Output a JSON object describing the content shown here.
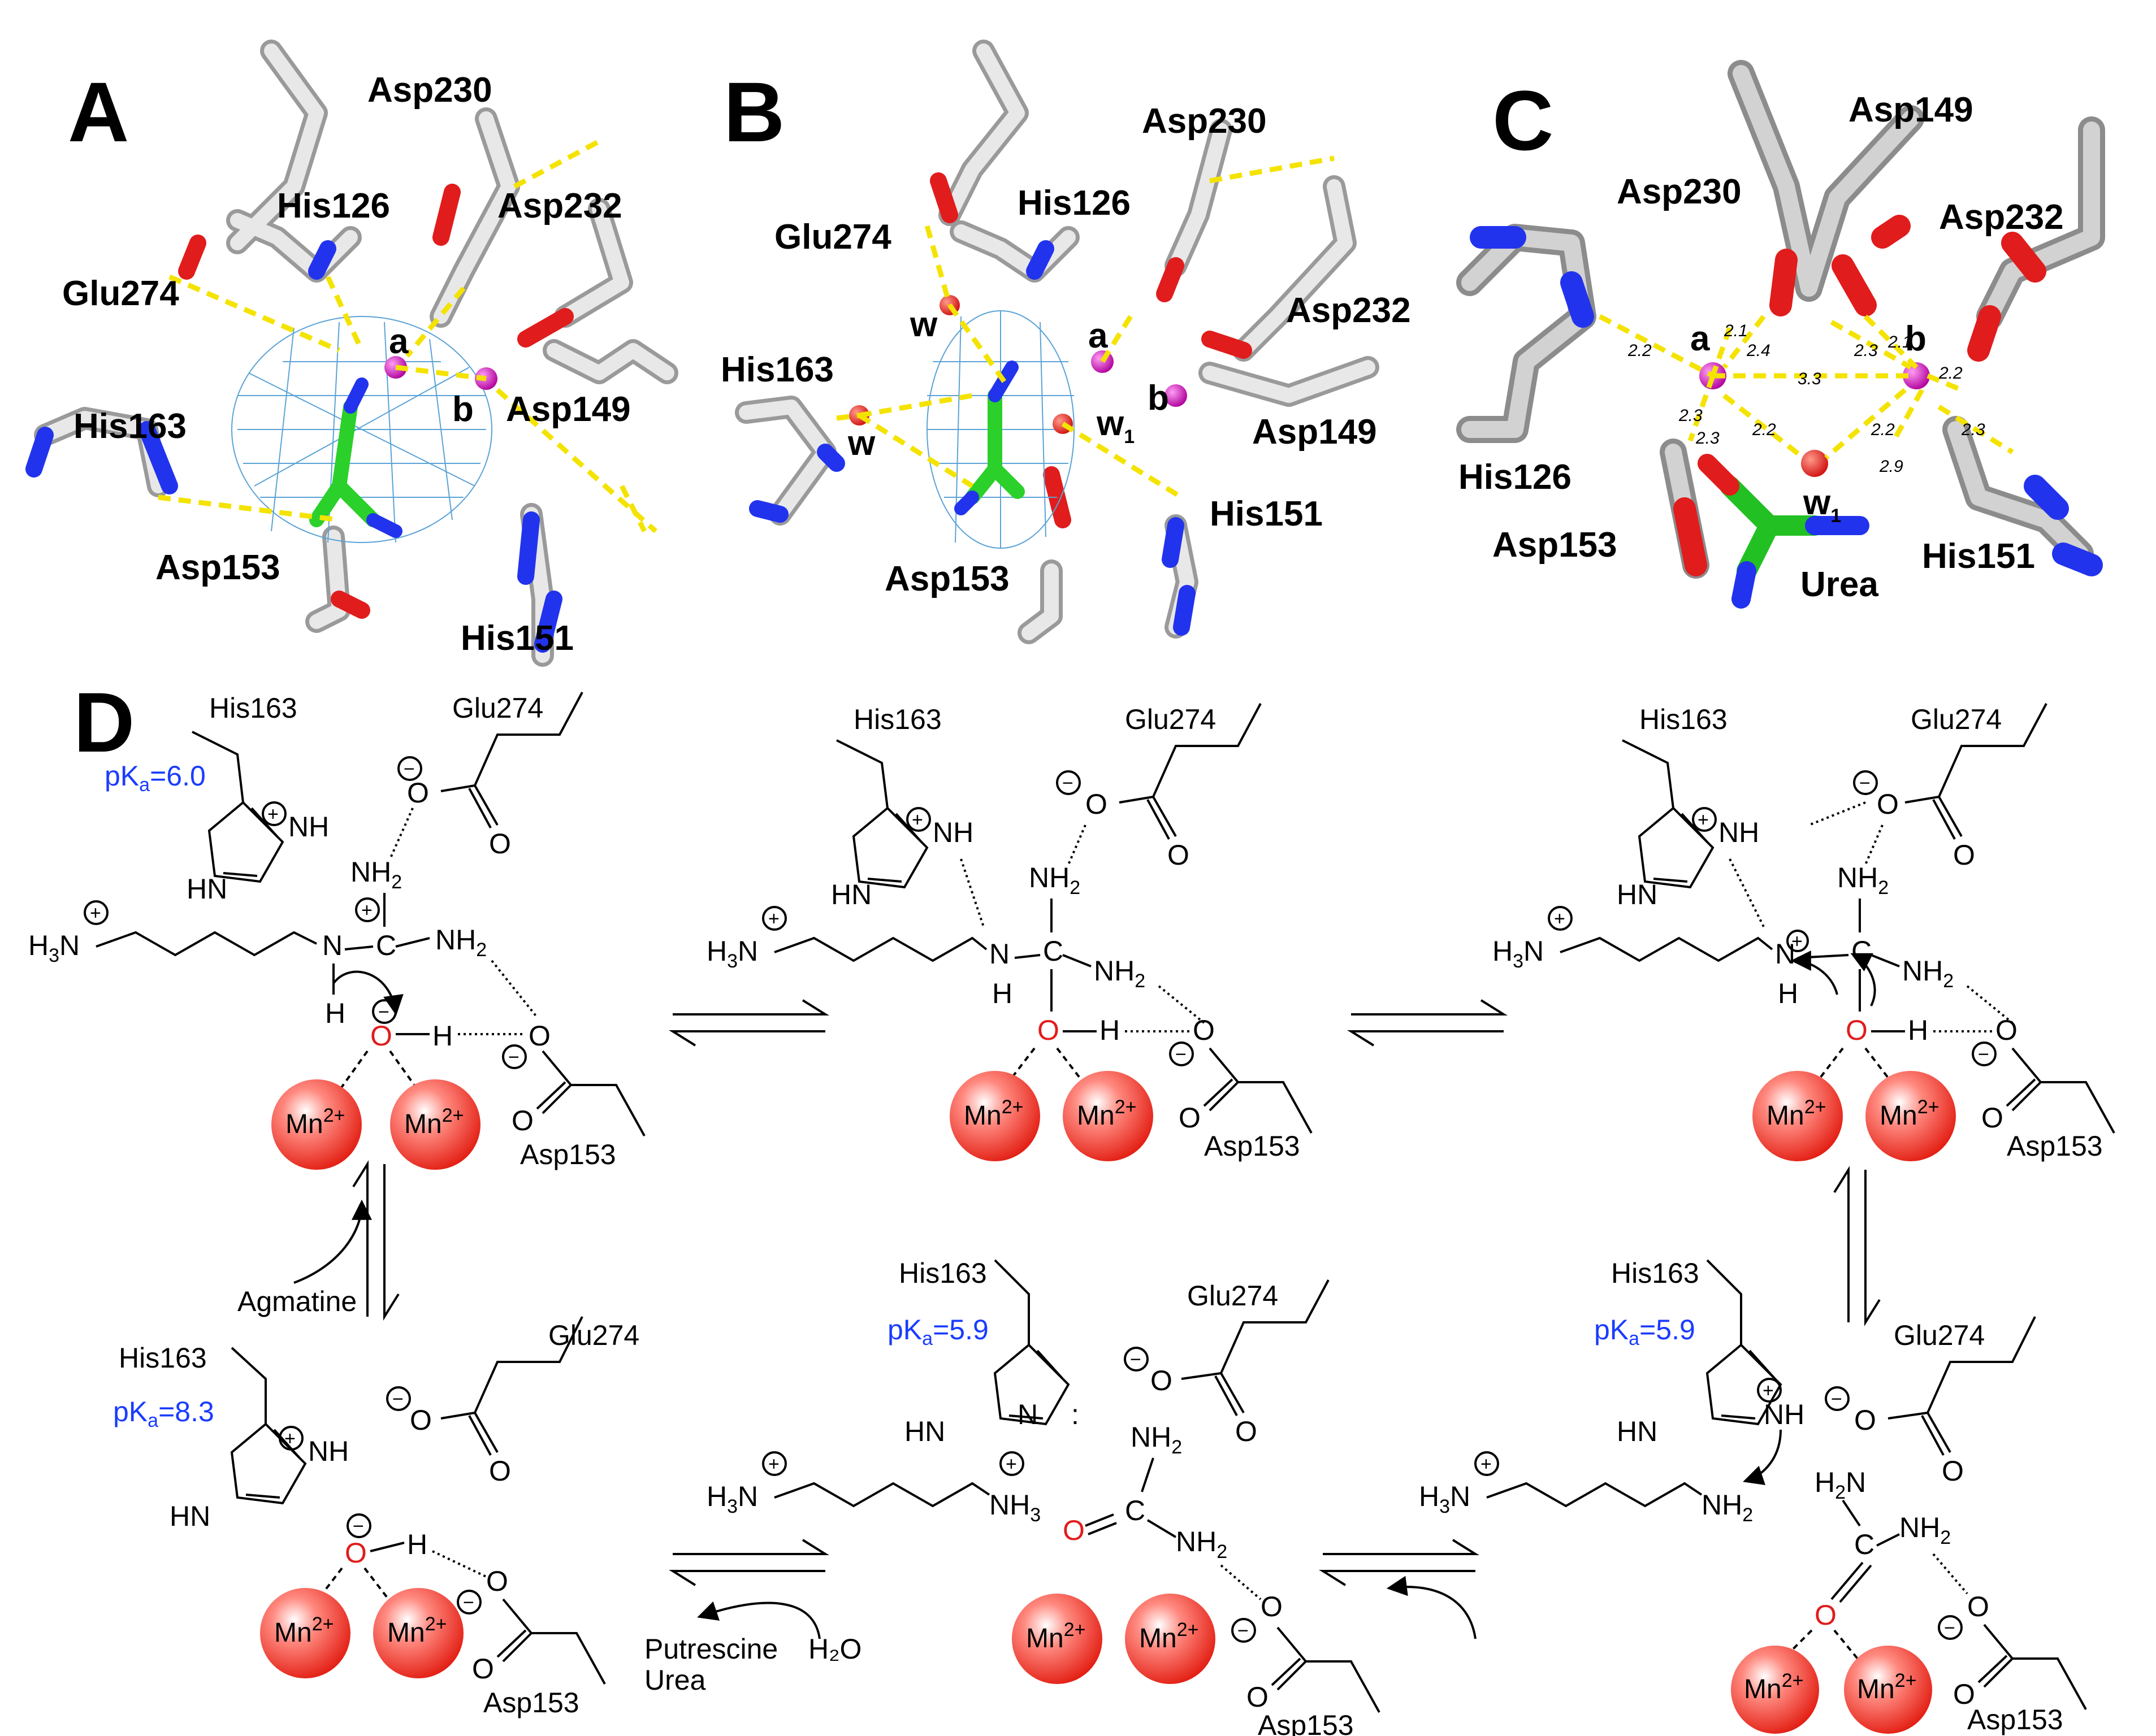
{
  "panels": {
    "A": {
      "letter": "A",
      "labels": [
        "Asp230",
        "His126",
        "Asp232",
        "Glu274",
        "His163",
        "Asp149",
        "Asp153",
        "His151"
      ],
      "ions": [
        "a",
        "b"
      ]
    },
    "B": {
      "letter": "B",
      "labels": [
        "Asp230",
        "His126",
        "Glu274",
        "Asp232",
        "His163",
        "Asp149",
        "Asp153",
        "His151"
      ],
      "waters": [
        "w",
        "w",
        "w"
      ],
      "water_sub": "1",
      "ions": [
        "a",
        "b"
      ]
    },
    "C": {
      "letter": "C",
      "labels": [
        "Asp149",
        "Asp230",
        "Asp232",
        "His126",
        "Asp153",
        "His151",
        "Urea"
      ],
      "ions": [
        "a",
        "b"
      ],
      "water": "w",
      "water_sub": "1",
      "distances": [
        "2.2",
        "2.1",
        "2.4",
        "2.3",
        "2.1",
        "2.2",
        "3.3",
        "2.3",
        "2.3",
        "2.2",
        "2.2",
        "2.9",
        "2.3"
      ]
    },
    "D": {
      "letter": "D",
      "residues": {
        "his163": "His163",
        "glu274": "Glu274",
        "asp153": "Asp153"
      },
      "pka_values": {
        "s1": "6.0",
        "s4": "8.3",
        "s5": "5.9",
        "s6": "5.9"
      },
      "pka_prefix": "pK",
      "pka_sub": "a",
      "metal": "Mn",
      "metal_charge": "2+",
      "agmatine": "Agmatine",
      "putrescine": "Putrescine",
      "urea": "Urea",
      "water": "H₂O"
    }
  }
}
